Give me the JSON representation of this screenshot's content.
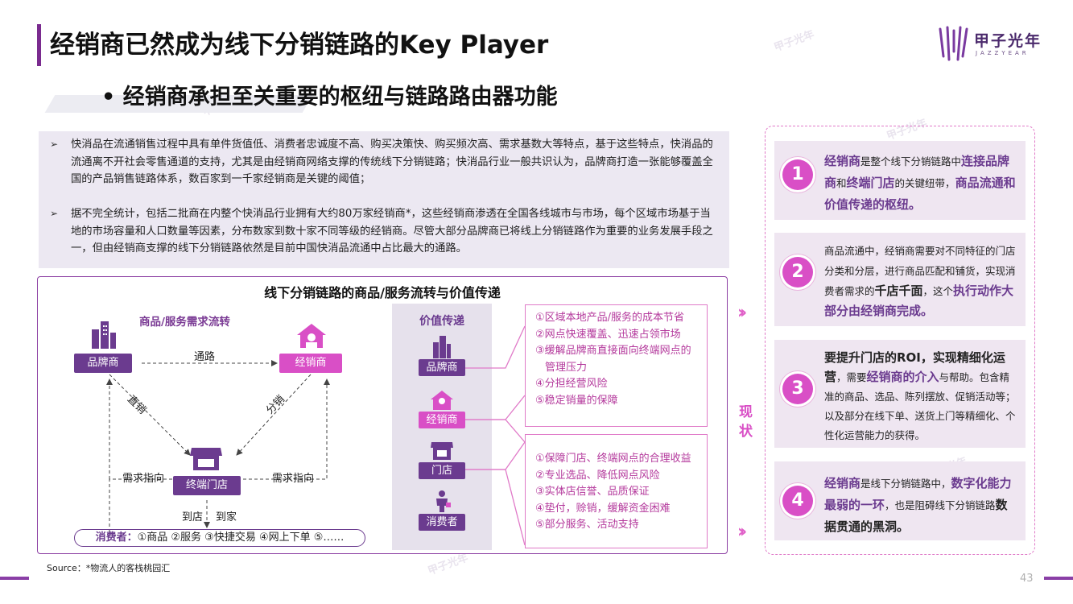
{
  "header": {
    "title": "经销商已然成为线下分销链路的Key Player",
    "subtitle": "经销商承担至关重要的枢纽与链路路由器功能",
    "subtitle_bullet": "•",
    "logo_text": "甲子光年",
    "logo_sub": "JAZZYEAR"
  },
  "bullets": [
    {
      "marker": "➢",
      "text": "快消品在流通销售过程中具有单件货值低、消费者忠诚度不高、购买决策快、购买频次高、需求基数大等特点，基于这些特点，快消品的流通离不开社会零售通道的支持，尤其是由经销商网络支撑的传统线下分销链路；快消品行业一般共识认为，品牌商打造一张能够覆盖全国的产品销售链路体系，数百家到一千家经销商是关键的阈值；"
    },
    {
      "marker": "➢",
      "text": "据不完全统计，包括二批商在内整个快消品行业拥有大约80万家经销商*，这些经销商渗透在全国各线城市与市场，每个区域市场基于当地的市场容量和人口数量等因素，分布数家到数十家不同等级的经销商。尽管大部分品牌商已将线上分销链路作为重要的业务发展手段之一，但由经销商支撑的线下分销链路依然是目前中国快消品流通中占比最大的通路。"
    }
  ],
  "diagram": {
    "title": "线下分销链路的商品/服务流转与价值传递",
    "flow_title": "商品/服务需求流转",
    "nodes": {
      "brand": "品牌商",
      "dealer": "经销商",
      "store": "终端门店"
    },
    "edge_labels": {
      "channel": "通路",
      "direct": "直销",
      "distribute": "分销",
      "demand_left": "需求指向",
      "demand_right": "需求指向",
      "to_store": "到店",
      "to_home": "到家"
    },
    "consumer_bar": {
      "label": "消费者：",
      "items": "①商品 ②服务 ③快捷交易 ④网上下单 ⑤……"
    }
  },
  "value": {
    "head": "价值传递",
    "roles": [
      "品牌商",
      "经销商",
      "门店",
      "消费者"
    ],
    "box1": [
      "①区域本地产品/服务的成本节省",
      "②网点快速覆盖、迅速占领市场",
      "③缓解品牌商直接面向终端网点的",
      "管理压力",
      "④分担经营风险",
      "⑤稳定销量的保障"
    ],
    "box2": [
      "①保障门店、终端网点的合理收益",
      "②专业选品、降低网点风险",
      "③实体店信誉、品质保证",
      "④垫付，赊销，缓解资金困难",
      "⑤部分服务、活动支持"
    ]
  },
  "status_label": "现状",
  "cards": [
    {
      "num": "1",
      "parts": [
        [
          "big",
          "经销商"
        ],
        [
          "small",
          "是整个线下分销链路中"
        ],
        [
          "big",
          "连接品牌商"
        ],
        [
          "small",
          "和"
        ],
        [
          "big",
          "终端门店"
        ],
        [
          "small",
          "的关键纽带，"
        ],
        [
          "big",
          "商品流通和价值传递的枢纽。"
        ]
      ]
    },
    {
      "num": "2",
      "parts": [
        [
          "small",
          "商品流通中，经销商需要对不同特征的门店分类和分层，进行商品匹配和铺货，实现消费者需求的"
        ],
        [
          "bigdark",
          "千店千面"
        ],
        [
          "small",
          "，这个"
        ],
        [
          "big",
          "执行动作大部分由经销商完成。"
        ]
      ]
    },
    {
      "num": "3",
      "parts": [
        [
          "bigdark",
          "要提升门店的ROI，实现精细化运营"
        ],
        [
          "small",
          "，需要"
        ],
        [
          "big",
          "经销商的介入"
        ],
        [
          "small",
          "与帮助。包含精准的商品、选品、陈列摆放、促销活动等；以及部分在线下单、送货上门等精细化、个性化运营能力的获得。"
        ]
      ]
    },
    {
      "num": "4",
      "parts": [
        [
          "big",
          "经销商"
        ],
        [
          "small",
          "是线下分销链路中，"
        ],
        [
          "big",
          "数字化能力最弱的一环"
        ],
        [
          "small",
          "，也是阻碍线下分销链路"
        ],
        [
          "bigdark",
          "数据贯通的黑洞。"
        ]
      ]
    }
  ],
  "footer": {
    "source": "Source：*物流人的客栈桃园汇",
    "page": "43"
  },
  "colors": {
    "accent_purple": "#6b3b8f",
    "accent_pink": "#d94fc6",
    "card_bg": "#efe6f1"
  }
}
